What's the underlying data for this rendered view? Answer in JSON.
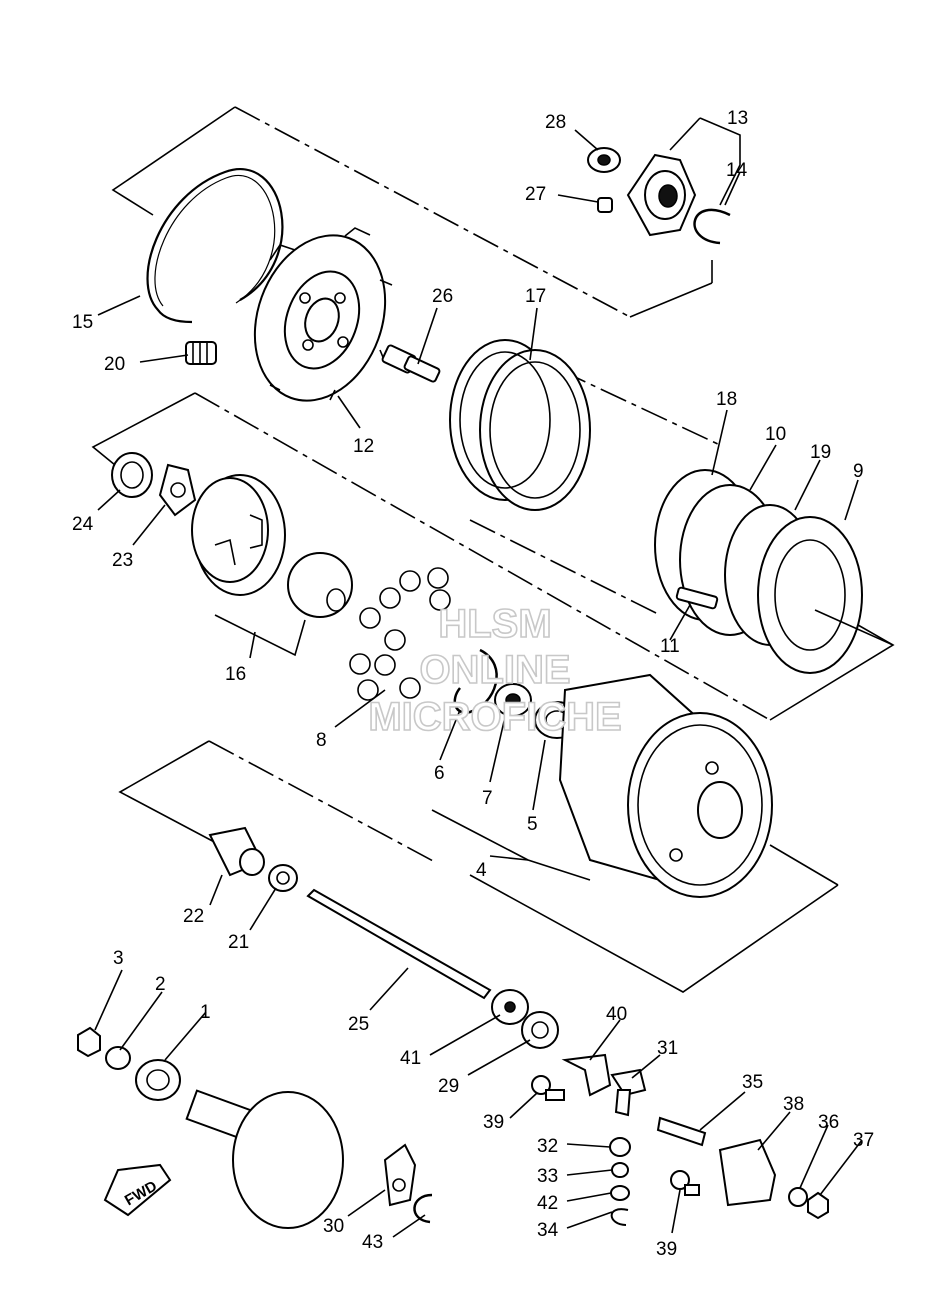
{
  "watermark": {
    "line1": "HLSM",
    "line2": "ONLINE",
    "line3": "MICROFICHE"
  },
  "direction_tag": "FWD",
  "callouts": {
    "c1": "1",
    "c2": "2",
    "c3": "3",
    "c4": "4",
    "c5": "5",
    "c6": "6",
    "c7": "7",
    "c8": "8",
    "c9": "9",
    "c10": "10",
    "c11": "11",
    "c12": "12",
    "c13": "13",
    "c14": "14",
    "c15": "15",
    "c16": "16",
    "c17": "17",
    "c18": "18",
    "c19": "19",
    "c20": "20",
    "c21": "21",
    "c22": "22",
    "c23": "23",
    "c24": "24",
    "c25": "25",
    "c26": "26",
    "c27": "27",
    "c28": "28",
    "c29": "29",
    "c30": "30",
    "c31": "31",
    "c32": "32",
    "c33": "33",
    "c34": "34",
    "c35": "35",
    "c36": "36",
    "c37": "37",
    "c38": "38",
    "c39a": "39",
    "c39b": "39",
    "c40": "40",
    "c41": "41",
    "c42": "42",
    "c43": "43"
  }
}
